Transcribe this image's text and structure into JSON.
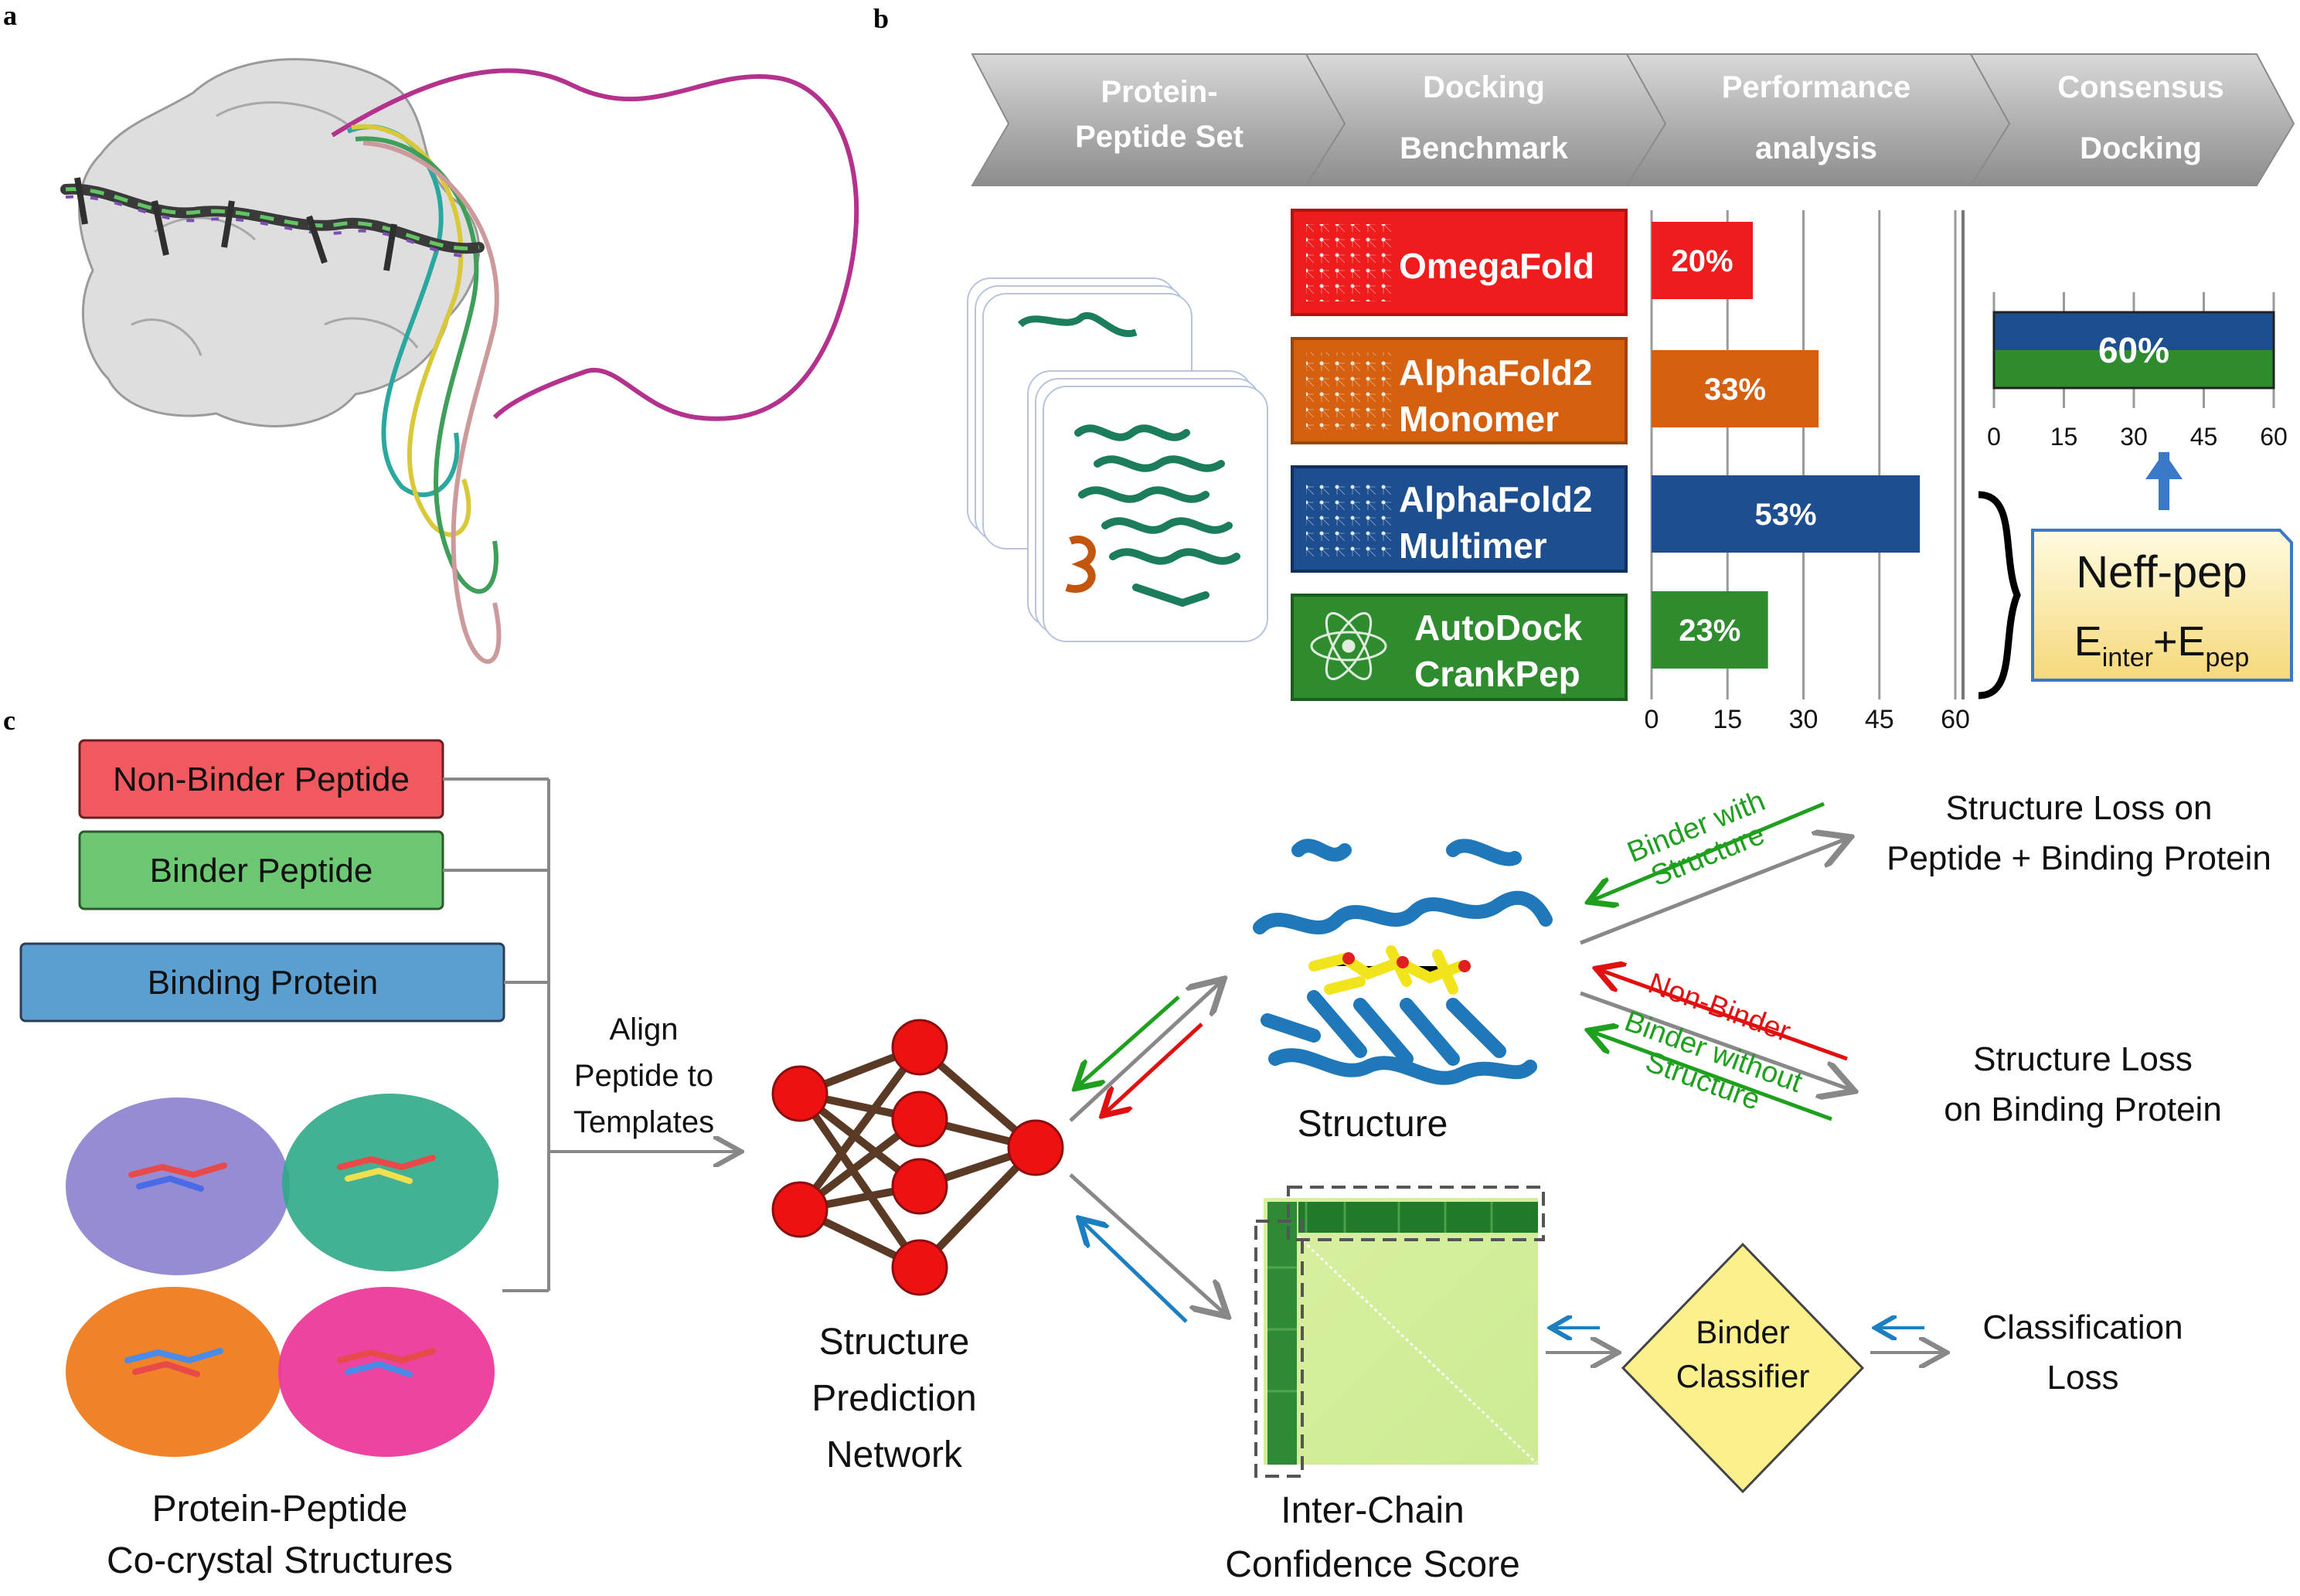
{
  "panels": {
    "a": "a",
    "b": "b",
    "c": "c"
  },
  "pipeline": [
    {
      "line1": "Protein-",
      "line2": "Peptide Set"
    },
    {
      "line1": "Docking",
      "line2": "Benchmark"
    },
    {
      "line1": "Performance",
      "line2": "analysis"
    },
    {
      "line1": "Consensus",
      "line2": "Docking"
    }
  ],
  "chart_data": [
    {
      "type": "bar",
      "orientation": "horizontal",
      "categories": [
        "OmegaFold",
        "AlphaFold2 Monomer",
        "AlphaFold2 Multimer",
        "AutoDock CrankPep"
      ],
      "values": [
        20,
        33,
        53,
        23
      ],
      "value_labels": [
        "20%",
        "33%",
        "53%",
        "23%"
      ],
      "colors": [
        "#ee1c1c",
        "#d5600f",
        "#1c4e90",
        "#2e8b2e"
      ],
      "xlim": [
        0,
        60
      ],
      "xticks": [
        "0",
        "15",
        "30",
        "45",
        "60"
      ],
      "grid": true
    },
    {
      "type": "bar",
      "orientation": "horizontal",
      "categories": [
        "Neff-pep"
      ],
      "values": [
        60
      ],
      "value_labels": [
        "60%"
      ],
      "colors": [
        "#1c4e90",
        "#2e8b2e"
      ],
      "xlim": [
        0,
        60
      ],
      "xticks": [
        "0",
        "15",
        "30",
        "45",
        "60"
      ],
      "grid": true
    }
  ],
  "methods": [
    {
      "line1": "OmegaFold",
      "line2": "",
      "color": "#ee1c1c",
      "border": "#b80f0f"
    },
    {
      "line1": "AlphaFold2",
      "line2": "Monomer",
      "color": "#d5600f",
      "border": "#9e4408"
    },
    {
      "line1": "AlphaFold2",
      "line2": "Multimer",
      "color": "#1c4e90",
      "border": "#0f3060"
    },
    {
      "line1": "AutoDock",
      "line2": "CrankPep",
      "color": "#2e8b2e",
      "border": "#1b5e1b"
    }
  ],
  "consensus": {
    "line1": "Neff-pep",
    "e_inter": "E",
    "e_inter_sub": "inter",
    "plus": "+E",
    "e_pep_sub": "pep"
  },
  "inputs": [
    {
      "label": "Non-Binder Peptide",
      "color": "#f0595f"
    },
    {
      "label": "Binder Peptide",
      "color": "#6cc873"
    },
    {
      "label": "Binding Protein",
      "color": "#5b9fd1"
    }
  ],
  "labels": {
    "align": [
      "Align",
      "Peptide to",
      "Templates"
    ],
    "cocrystal": [
      "Protein-Peptide",
      "Co-crystal Structures"
    ],
    "network": [
      "Structure",
      "Prediction",
      "Network"
    ],
    "structure": "Structure",
    "score": [
      "Inter-Chain",
      "Confidence Score"
    ],
    "classifier": [
      "Binder",
      "Classifier"
    ],
    "class_loss": [
      "Classification",
      "Loss"
    ],
    "loss_pep": [
      "Structure Loss on",
      "Peptide + Binding Protein"
    ],
    "loss_prot": [
      "Structure Loss",
      "on Binding Protein"
    ],
    "binder_with": [
      "Binder with",
      "Structure"
    ],
    "non_binder": "Non-Binder",
    "binder_without": [
      "Binder without",
      "Structure"
    ]
  },
  "colors": {
    "green": "#1ea01e",
    "red": "#e01010",
    "blue": "#1b7fc1",
    "gray": "#888888",
    "classifier": "#fbf08c"
  }
}
